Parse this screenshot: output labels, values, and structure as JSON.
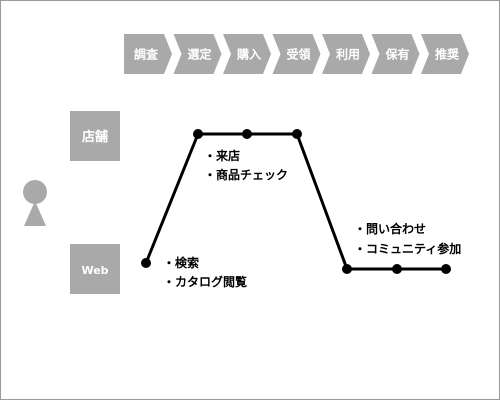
{
  "stages": [
    "調査",
    "選定",
    "購入",
    "受領",
    "利用",
    "保有",
    "推奨"
  ],
  "channels": {
    "store": "店舗",
    "web": "Web"
  },
  "notes": {
    "web_first": [
      "・検索",
      "・カタログ閲覧"
    ],
    "store": [
      "・来店",
      "・商品チェック"
    ],
    "web_second": [
      "・問い合わせ",
      "・コミュニティ参加"
    ]
  },
  "journey": [
    {
      "stage": 0,
      "channel": "web"
    },
    {
      "stage": 1,
      "channel": "store"
    },
    {
      "stage": 2,
      "channel": "store"
    },
    {
      "stage": 3,
      "channel": "store"
    },
    {
      "stage": 4,
      "channel": "web"
    },
    {
      "stage": 5,
      "channel": "web"
    },
    {
      "stage": 6,
      "channel": "web"
    }
  ],
  "colors": {
    "box": "#a9a9a9",
    "box_text": "#ffffff",
    "line": "#000000",
    "person": "#a9a9a9",
    "text": "#000000"
  },
  "icons": {
    "person": "person-icon"
  }
}
